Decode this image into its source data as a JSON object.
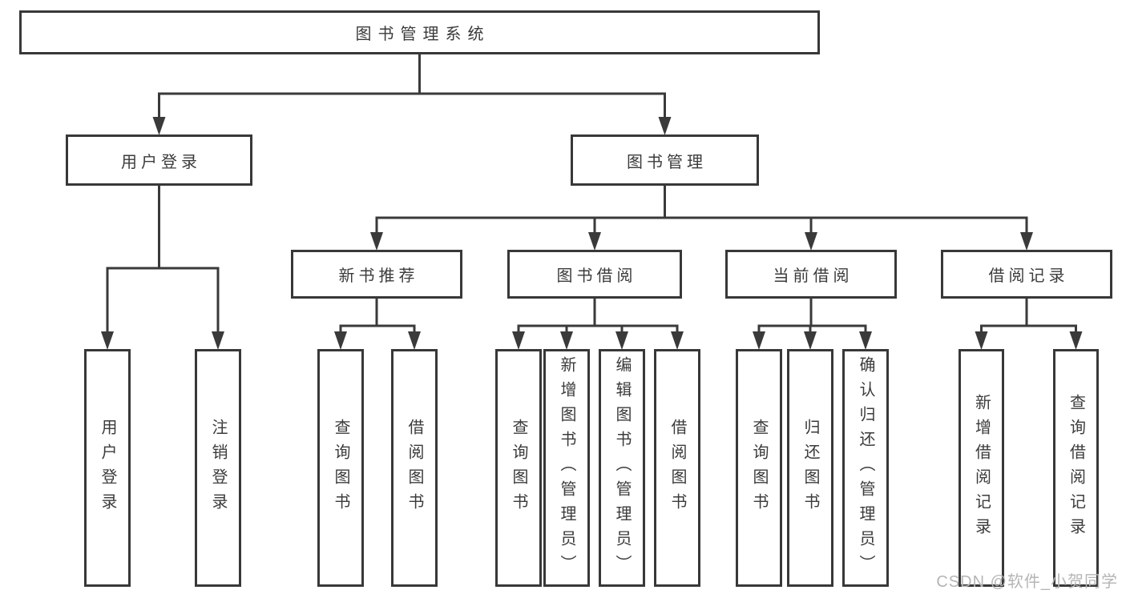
{
  "diagram": {
    "title": "图书管理系统",
    "type": "tree",
    "nodes": [
      {
        "id": "root",
        "label": "图书管理系统",
        "children": [
          "user-login",
          "book-mgmt"
        ]
      },
      {
        "id": "user-login",
        "label": "用户登录",
        "children": [
          "leaf-user-login",
          "leaf-logout"
        ]
      },
      {
        "id": "book-mgmt",
        "label": "图书管理",
        "children": [
          "new-book-rec",
          "book-borrow",
          "current-borrow",
          "borrow-records"
        ]
      },
      {
        "id": "new-book-rec",
        "label": "新书推荐",
        "children": [
          "leaf-query-book-1",
          "leaf-borrow-book-1"
        ]
      },
      {
        "id": "book-borrow",
        "label": "图书借阅",
        "children": [
          "leaf-query-book-2",
          "leaf-add-book",
          "leaf-edit-book",
          "leaf-borrow-book-2"
        ]
      },
      {
        "id": "current-borrow",
        "label": "当前借阅",
        "children": [
          "leaf-query-book-3",
          "leaf-return-book",
          "leaf-confirm-return"
        ]
      },
      {
        "id": "borrow-records",
        "label": "借阅记录",
        "children": [
          "leaf-add-record",
          "leaf-query-record"
        ]
      },
      {
        "id": "leaf-user-login",
        "label": "用户登录",
        "vertical": true
      },
      {
        "id": "leaf-logout",
        "label": "注销登录",
        "vertical": true
      },
      {
        "id": "leaf-query-book-1",
        "label": "查询图书",
        "vertical": true
      },
      {
        "id": "leaf-borrow-book-1",
        "label": "借阅图书",
        "vertical": true
      },
      {
        "id": "leaf-query-book-2",
        "label": "查询图书",
        "vertical": true
      },
      {
        "id": "leaf-add-book",
        "label": "新增图书（管理员）",
        "vertical": true
      },
      {
        "id": "leaf-edit-book",
        "label": "编辑图书（管理员）",
        "vertical": true
      },
      {
        "id": "leaf-borrow-book-2",
        "label": "借阅图书",
        "vertical": true
      },
      {
        "id": "leaf-query-book-3",
        "label": "查询图书",
        "vertical": true
      },
      {
        "id": "leaf-return-book",
        "label": "归还图书",
        "vertical": true
      },
      {
        "id": "leaf-confirm-return",
        "label": "确认归还（管理员）",
        "vertical": true
      },
      {
        "id": "leaf-add-record",
        "label": "新增借阅记录",
        "vertical": true
      },
      {
        "id": "leaf-query-record",
        "label": "查询借阅记录",
        "vertical": true
      }
    ],
    "colors": {
      "line": "#3a3a3a",
      "text": "#3b3b3b",
      "background": "#ffffff",
      "watermark": "#b5b5b5"
    }
  },
  "watermark": {
    "text": "CSDN @软件_小贺同学"
  }
}
